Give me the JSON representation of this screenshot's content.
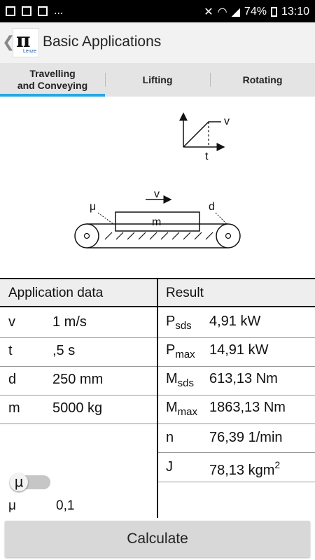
{
  "status": {
    "left_more": "...",
    "battery": "74%",
    "time": "13:10"
  },
  "app": {
    "title": "Basic Applications",
    "logo_symbol": "π",
    "logo_brand": "Lenze"
  },
  "tabs": [
    {
      "label_line1": "Travelling",
      "label_line2": "and Conveying",
      "selected": true
    },
    {
      "label": "Lifting",
      "selected": false
    },
    {
      "label": "Rotating",
      "selected": false
    }
  ],
  "diagram": {
    "v": "v",
    "t": "t",
    "mu": "μ",
    "d": "d",
    "m": "m"
  },
  "application_data": {
    "header": "Application data",
    "rows": [
      {
        "label": "v",
        "value": "1 m/s"
      },
      {
        "label": "t",
        "value": ",5 s"
      },
      {
        "label": "d",
        "value": "250 mm"
      },
      {
        "label": "m",
        "value": "5000 kg"
      }
    ],
    "toggle": {
      "symbol": "μ",
      "state": "off"
    },
    "mu": {
      "label": "μ",
      "value": "0,1"
    }
  },
  "result": {
    "header": "Result",
    "rows": [
      {
        "label": "P",
        "sub": "sds",
        "value": "4,91 kW"
      },
      {
        "label": "P",
        "sub": "max",
        "value": "14,91 kW"
      },
      {
        "label": "M",
        "sub": "sds",
        "value": "613,13 Nm"
      },
      {
        "label": "M",
        "sub": "max",
        "value": "1863,13 Nm"
      },
      {
        "label": "n",
        "sub": "",
        "value": "76,39 1/min"
      },
      {
        "label": "J",
        "sub": "",
        "value": "78,13 kgm",
        "sup": "2"
      }
    ]
  },
  "calculate_label": "Calculate"
}
